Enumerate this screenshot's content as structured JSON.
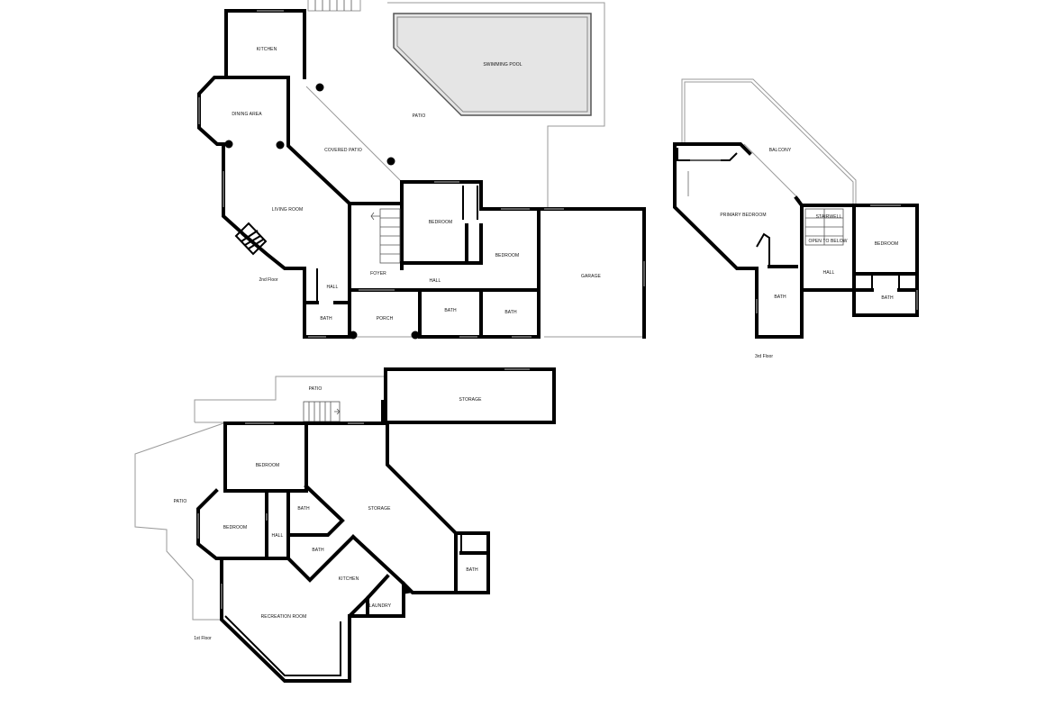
{
  "floors": {
    "second": {
      "label": "2nd Floor",
      "rooms": {
        "kitchen": "KITCHEN",
        "dining_area": "DINING AREA",
        "covered_patio": "COVERED PATIO",
        "patio": "PATIO",
        "swimming_pool": "SWIMMING POOL",
        "living_room": "LIVING ROOM",
        "bedroom_a": "BEDROOM",
        "bedroom_b": "BEDROOM",
        "foyer": "FOYER",
        "hall_a": "HALL",
        "hall_b": "HALL",
        "garage": "GARAGE",
        "bath_a": "BATH",
        "porch": "PORCH",
        "bath_b": "BATH",
        "bath_c": "BATH"
      }
    },
    "third": {
      "label": "3rd Floor",
      "rooms": {
        "balcony": "BALCONY",
        "primary_bedroom": "PRIMARY BEDROOM",
        "stairwell": "STAIRWELL",
        "open_to_below": "OPEN TO BELOW",
        "bedroom": "BEDROOM",
        "hall": "HALL",
        "bath_a": "BATH",
        "bath_b": "BATH"
      }
    },
    "first": {
      "label": "1st Floor",
      "rooms": {
        "patio_top": "PATIO",
        "storage_top": "STORAGE",
        "patio_left": "PATIO",
        "bedroom_top": "BEDROOM",
        "bedroom_left": "BEDROOM",
        "bath_a": "BATH",
        "storage_mid": "STORAGE",
        "hall": "HALL",
        "bath_b": "BATH",
        "bath_c": "BATH",
        "kitchen": "KITCHEN",
        "laundry": "LAUNDRY",
        "recreation_room": "RECREATION ROOM"
      }
    }
  }
}
